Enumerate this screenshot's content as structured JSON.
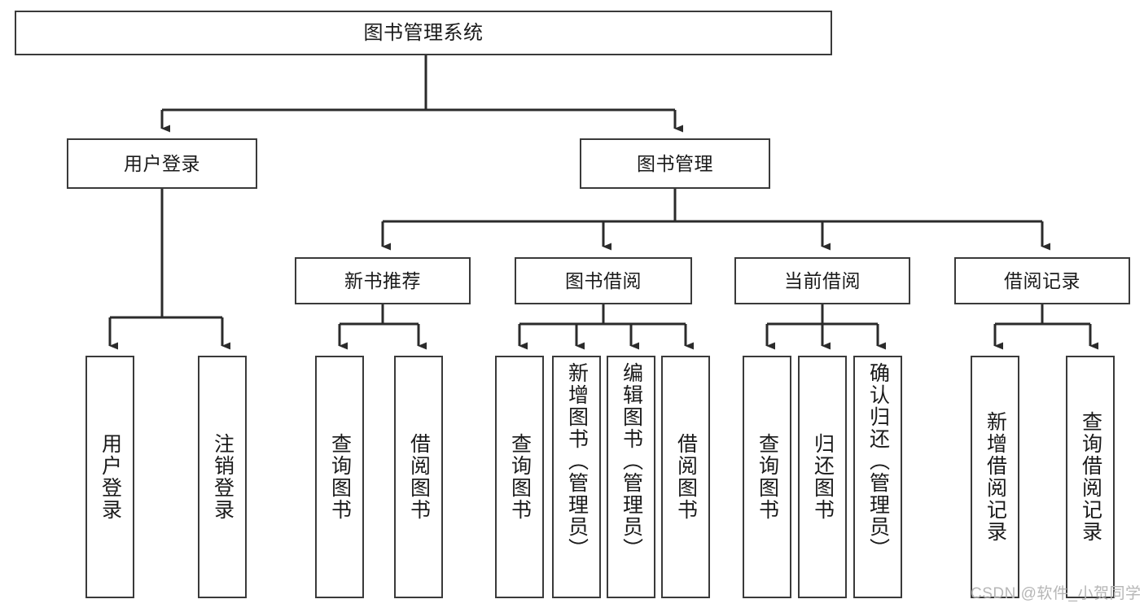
{
  "diagram": {
    "type": "tree",
    "title": "图书管理系统",
    "orientation": "top-down",
    "colors": {
      "box_border": "#3a3a3a",
      "box_fill": "#ffffff",
      "connector": "#2b2b2b",
      "text": "#1a1a1a",
      "watermark": "#b6b6b6",
      "background": "#ffffff"
    },
    "watermark": "CSDN @软件_小贺同学"
  },
  "nodes": {
    "root": {
      "label": "图书管理系统"
    },
    "level2": [
      {
        "id": "user-login",
        "label": "用户登录"
      },
      {
        "id": "book-manage",
        "label": "图书管理"
      }
    ],
    "level3": [
      {
        "id": "new-book-recommend",
        "label": "新书推荐"
      },
      {
        "id": "book-borrow",
        "label": "图书借阅"
      },
      {
        "id": "current-borrow",
        "label": "当前借阅"
      },
      {
        "id": "borrow-record",
        "label": "借阅记录"
      }
    ],
    "leaves": {
      "user_login": [
        {
          "id": "leaf-user-login",
          "label": "用户登录"
        },
        {
          "id": "leaf-user-logout",
          "label": "注销登录"
        }
      ],
      "new_book_recommend": [
        {
          "id": "leaf-query-book-1",
          "label": "查询图书"
        },
        {
          "id": "leaf-borrow-book-1",
          "label": "借阅图书"
        }
      ],
      "book_borrow": [
        {
          "id": "leaf-query-book-2",
          "label": "查询图书"
        },
        {
          "id": "leaf-add-book",
          "label": "新增图书（管理员）"
        },
        {
          "id": "leaf-edit-book",
          "label": "编辑图书（管理员）"
        },
        {
          "id": "leaf-borrow-book-2",
          "label": "借阅图书"
        }
      ],
      "current_borrow": [
        {
          "id": "leaf-query-book-3",
          "label": "查询图书"
        },
        {
          "id": "leaf-return-book",
          "label": "归还图书"
        },
        {
          "id": "leaf-confirm-return",
          "label": "确认归还（管理员）"
        }
      ],
      "borrow_record": [
        {
          "id": "leaf-add-record",
          "label": "新增借阅记录"
        },
        {
          "id": "leaf-query-record",
          "label": "查询借阅记录"
        }
      ]
    }
  }
}
